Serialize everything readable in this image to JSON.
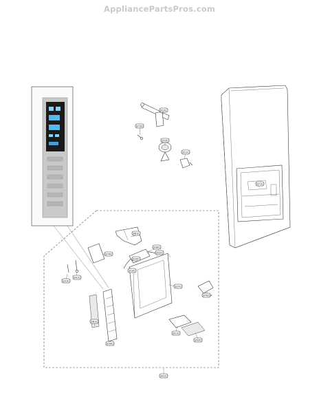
{
  "header": {
    "watermark": "AppliancePartsPros.com"
  },
  "callouts": [
    {
      "id": "c-top-1",
      "label": "8102"
    },
    {
      "id": "c-top-2",
      "label": "8730"
    },
    {
      "id": "c-top-3",
      "label": "8230"
    },
    {
      "id": "c-top-4",
      "label": "8210"
    },
    {
      "id": "c-dis-1",
      "label": "8810"
    },
    {
      "id": "c-dis-2",
      "label": "8740"
    },
    {
      "id": "c-dis-3",
      "label": "8300"
    },
    {
      "id": "c-dis-4",
      "label": "8320"
    },
    {
      "id": "c-dis-5",
      "label": "8200"
    },
    {
      "id": "c-dis-6",
      "label": "8270"
    },
    {
      "id": "c-dis-7",
      "label": "8700"
    },
    {
      "id": "c-dis-8",
      "label": "8310"
    },
    {
      "id": "c-dis-9",
      "label": "8010"
    },
    {
      "id": "c-dis-10",
      "label": "8810"
    },
    {
      "id": "c-dis-11",
      "label": "8500"
    },
    {
      "id": "c-dis-12",
      "label": "8210"
    },
    {
      "id": "c-dis-13",
      "label": "8520"
    },
    {
      "id": "c-dis-14",
      "label": "8100"
    },
    {
      "id": "c-bottom",
      "label": "8010"
    },
    {
      "id": "c-door",
      "label": "8710"
    }
  ]
}
